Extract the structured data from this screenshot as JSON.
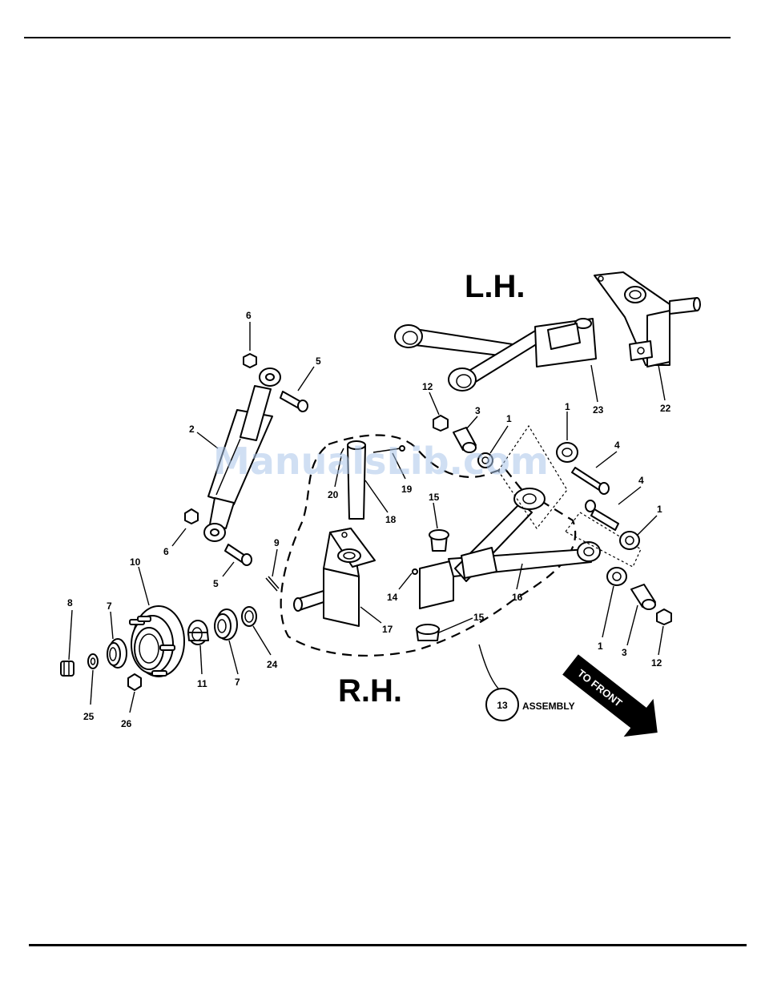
{
  "labels": {
    "left_hand": "L.H.",
    "right_hand": "R.H.",
    "assembly_number": "13",
    "assembly_word": "ASSEMBLY",
    "to_front": "TO FRONT",
    "watermark": "ManualsLib.com"
  },
  "callouts": {
    "c6a": "6",
    "c5a": "5",
    "c2": "2",
    "c6b": "6",
    "c5b": "5",
    "c9": "9",
    "c10": "10",
    "c8": "8",
    "c7a": "7",
    "c25": "25",
    "c26": "26",
    "c11": "11",
    "c7b": "7",
    "c24": "24",
    "c12a": "12",
    "c3a": "3",
    "c1a": "1",
    "c1b": "1",
    "c4a": "4",
    "c4b": "4",
    "c1c": "1",
    "c23": "23",
    "c22": "22",
    "c20": "20",
    "c19": "19",
    "c18": "18",
    "c15a": "15",
    "c14": "14",
    "c16": "16",
    "c17": "17",
    "c15b": "15",
    "c1d": "1",
    "c3b": "3",
    "c12b": "12"
  }
}
